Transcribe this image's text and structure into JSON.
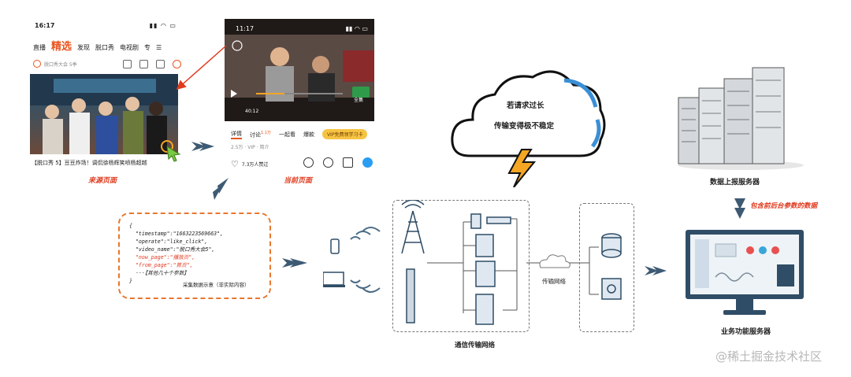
{
  "source_phone": {
    "time": "16:17",
    "tabs": [
      "直播",
      "精选",
      "发现",
      "脱口秀",
      "电视剧",
      "专"
    ],
    "active_tab_index": 1,
    "search_placeholder": "脱口秀大会 5季",
    "caption": "【脱口秀 5】豆豆炸场！调侃徐杨辉笑喷杨超越",
    "label": "来源页面"
  },
  "current_phone": {
    "time": "11:17",
    "video_time": "40:12",
    "video_tag": "全集",
    "tabs": [
      "详情",
      "讨论",
      "一起看",
      "爆款"
    ],
    "discuss_count": "1.1万",
    "vip_button": "VIP免费领学习卡",
    "meta": "2.5万 · VIP · 简介",
    "likes": "7.3万人赞过",
    "label": "当前页面"
  },
  "code_sample": {
    "lines": [
      "{",
      "  \"timestamp\":\"1663223569663\",",
      "  \"operate\":\"like_click\",",
      "  \"video_name\":\"脱口秀大会5\",",
      "  \"now_page\":\"播放页\",",
      "  \"from_page\":\"首页\",",
      "  ···【其他几十个参数】",
      "}"
    ],
    "red_lines": [
      4,
      5
    ],
    "caption": "采集数据示意（非实际内容）"
  },
  "cloud": {
    "line1": "若请求过长",
    "line2": "传输变得极不稳定"
  },
  "network": {
    "label": "通信传输网络",
    "transfer_label": "传输网络"
  },
  "upload_server": {
    "label": "数据上报服务器"
  },
  "params_note": "包含前后台参数的数据",
  "biz_server": {
    "label": "业务功能服务器"
  },
  "watermark": "@稀土掘金技术社区",
  "colors": {
    "accent_red": "#e03a1e",
    "orange": "#e8772e",
    "arrow_blue": "#3d5a73",
    "cloud_blue": "#3a8fd6",
    "bolt": "#f5a623"
  }
}
